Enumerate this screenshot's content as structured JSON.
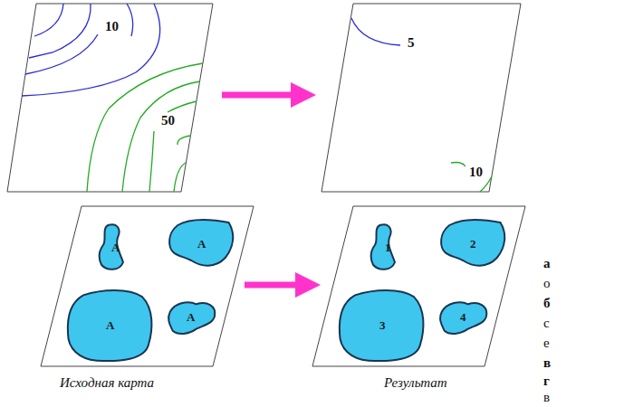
{
  "diagram": {
    "nodes": [
      {
        "text": [
          "A"
        ]
      },
      {
        "text": [
          "A"
        ]
      },
      {
        "text": [
          "A"
        ]
      },
      {
        "text": [
          "A"
        ]
      },
      {
        "text": [
          "1"
        ]
      },
      {
        "text": [
          "2"
        ]
      },
      {
        "text": [
          "3"
        ]
      },
      {
        "text": [
          "4"
        ]
      }
    ],
    "labels": [
      "10",
      "50",
      "5",
      "10",
      "Исходная карта",
      "Результат",
      "а",
      "о",
      "б",
      "с",
      "е",
      "в",
      "г",
      "в"
    ]
  }
}
